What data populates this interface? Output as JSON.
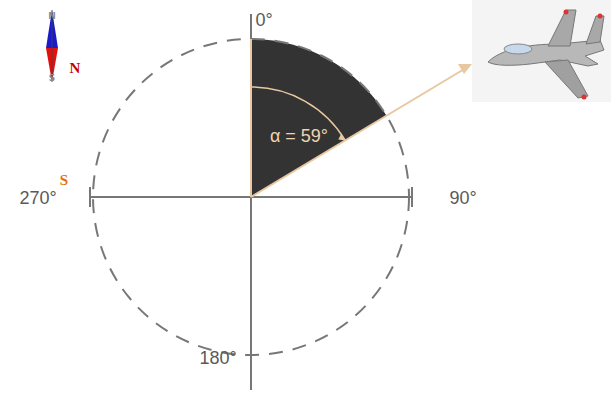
{
  "diagram": {
    "labels": [
      "N",
      "0°",
      "N",
      "α = 59°",
      "S",
      "270°",
      "90°",
      "S",
      "180°"
    ]
  }
}
